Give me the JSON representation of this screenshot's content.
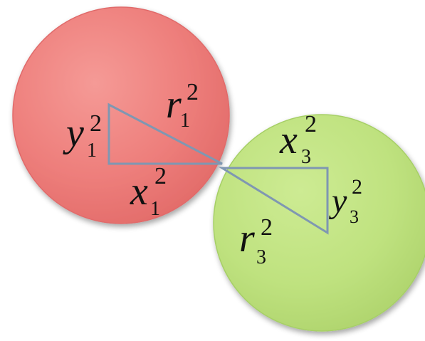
{
  "colors": {
    "circle1_fill": "#f07f7f",
    "circle1_edge": "#e06a6a",
    "circle3_fill": "#b8df79",
    "circle3_edge": "#a6cf66",
    "triangle_stroke": "#7f97b2"
  },
  "labels": {
    "r1": {
      "base": "r",
      "sub": "1",
      "sup": "2"
    },
    "y1": {
      "base": "y",
      "sub": "1",
      "sup": "2"
    },
    "x1": {
      "base": "x",
      "sub": "1",
      "sup": "2"
    },
    "x3": {
      "base": "x",
      "sub": "3",
      "sup": "2"
    },
    "y3": {
      "base": "y",
      "sub": "3",
      "sup": "2"
    },
    "r3": {
      "base": "r",
      "sub": "3",
      "sup": "2"
    }
  }
}
